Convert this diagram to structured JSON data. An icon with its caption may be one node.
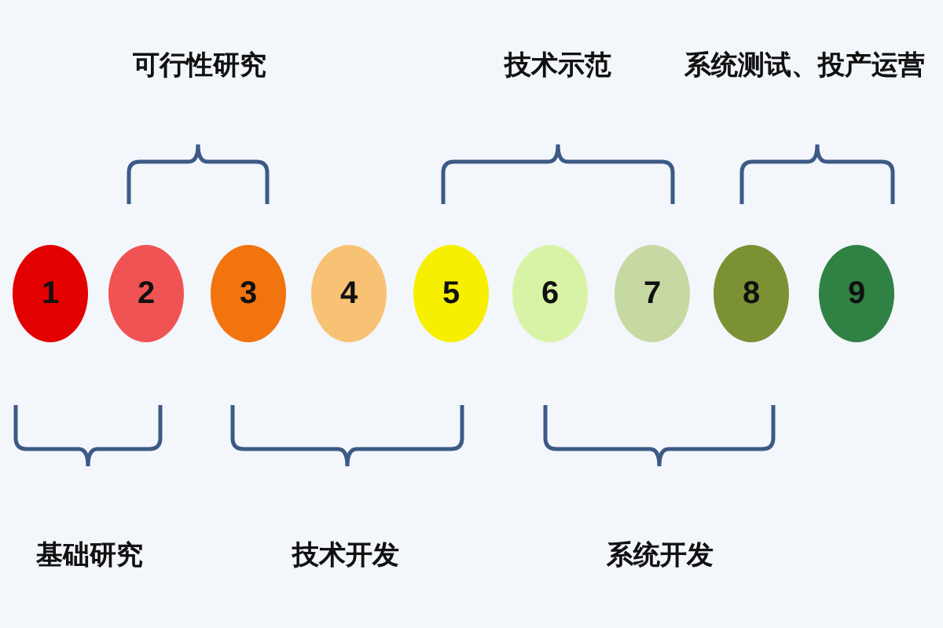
{
  "diagram": {
    "nodes": [
      {
        "text": [
          "1"
        ]
      },
      {
        "text": [
          "2"
        ]
      },
      {
        "text": [
          "3"
        ]
      },
      {
        "text": [
          "4"
        ]
      },
      {
        "text": [
          "5"
        ]
      },
      {
        "text": [
          "6"
        ]
      },
      {
        "text": [
          "7"
        ]
      },
      {
        "text": [
          "8"
        ]
      },
      {
        "text": [
          "9"
        ]
      }
    ],
    "labels": [
      "可行性研究",
      "技术示范",
      "系统测试、投产运营",
      "基础研究",
      "技术开发",
      "系统开发"
    ]
  }
}
